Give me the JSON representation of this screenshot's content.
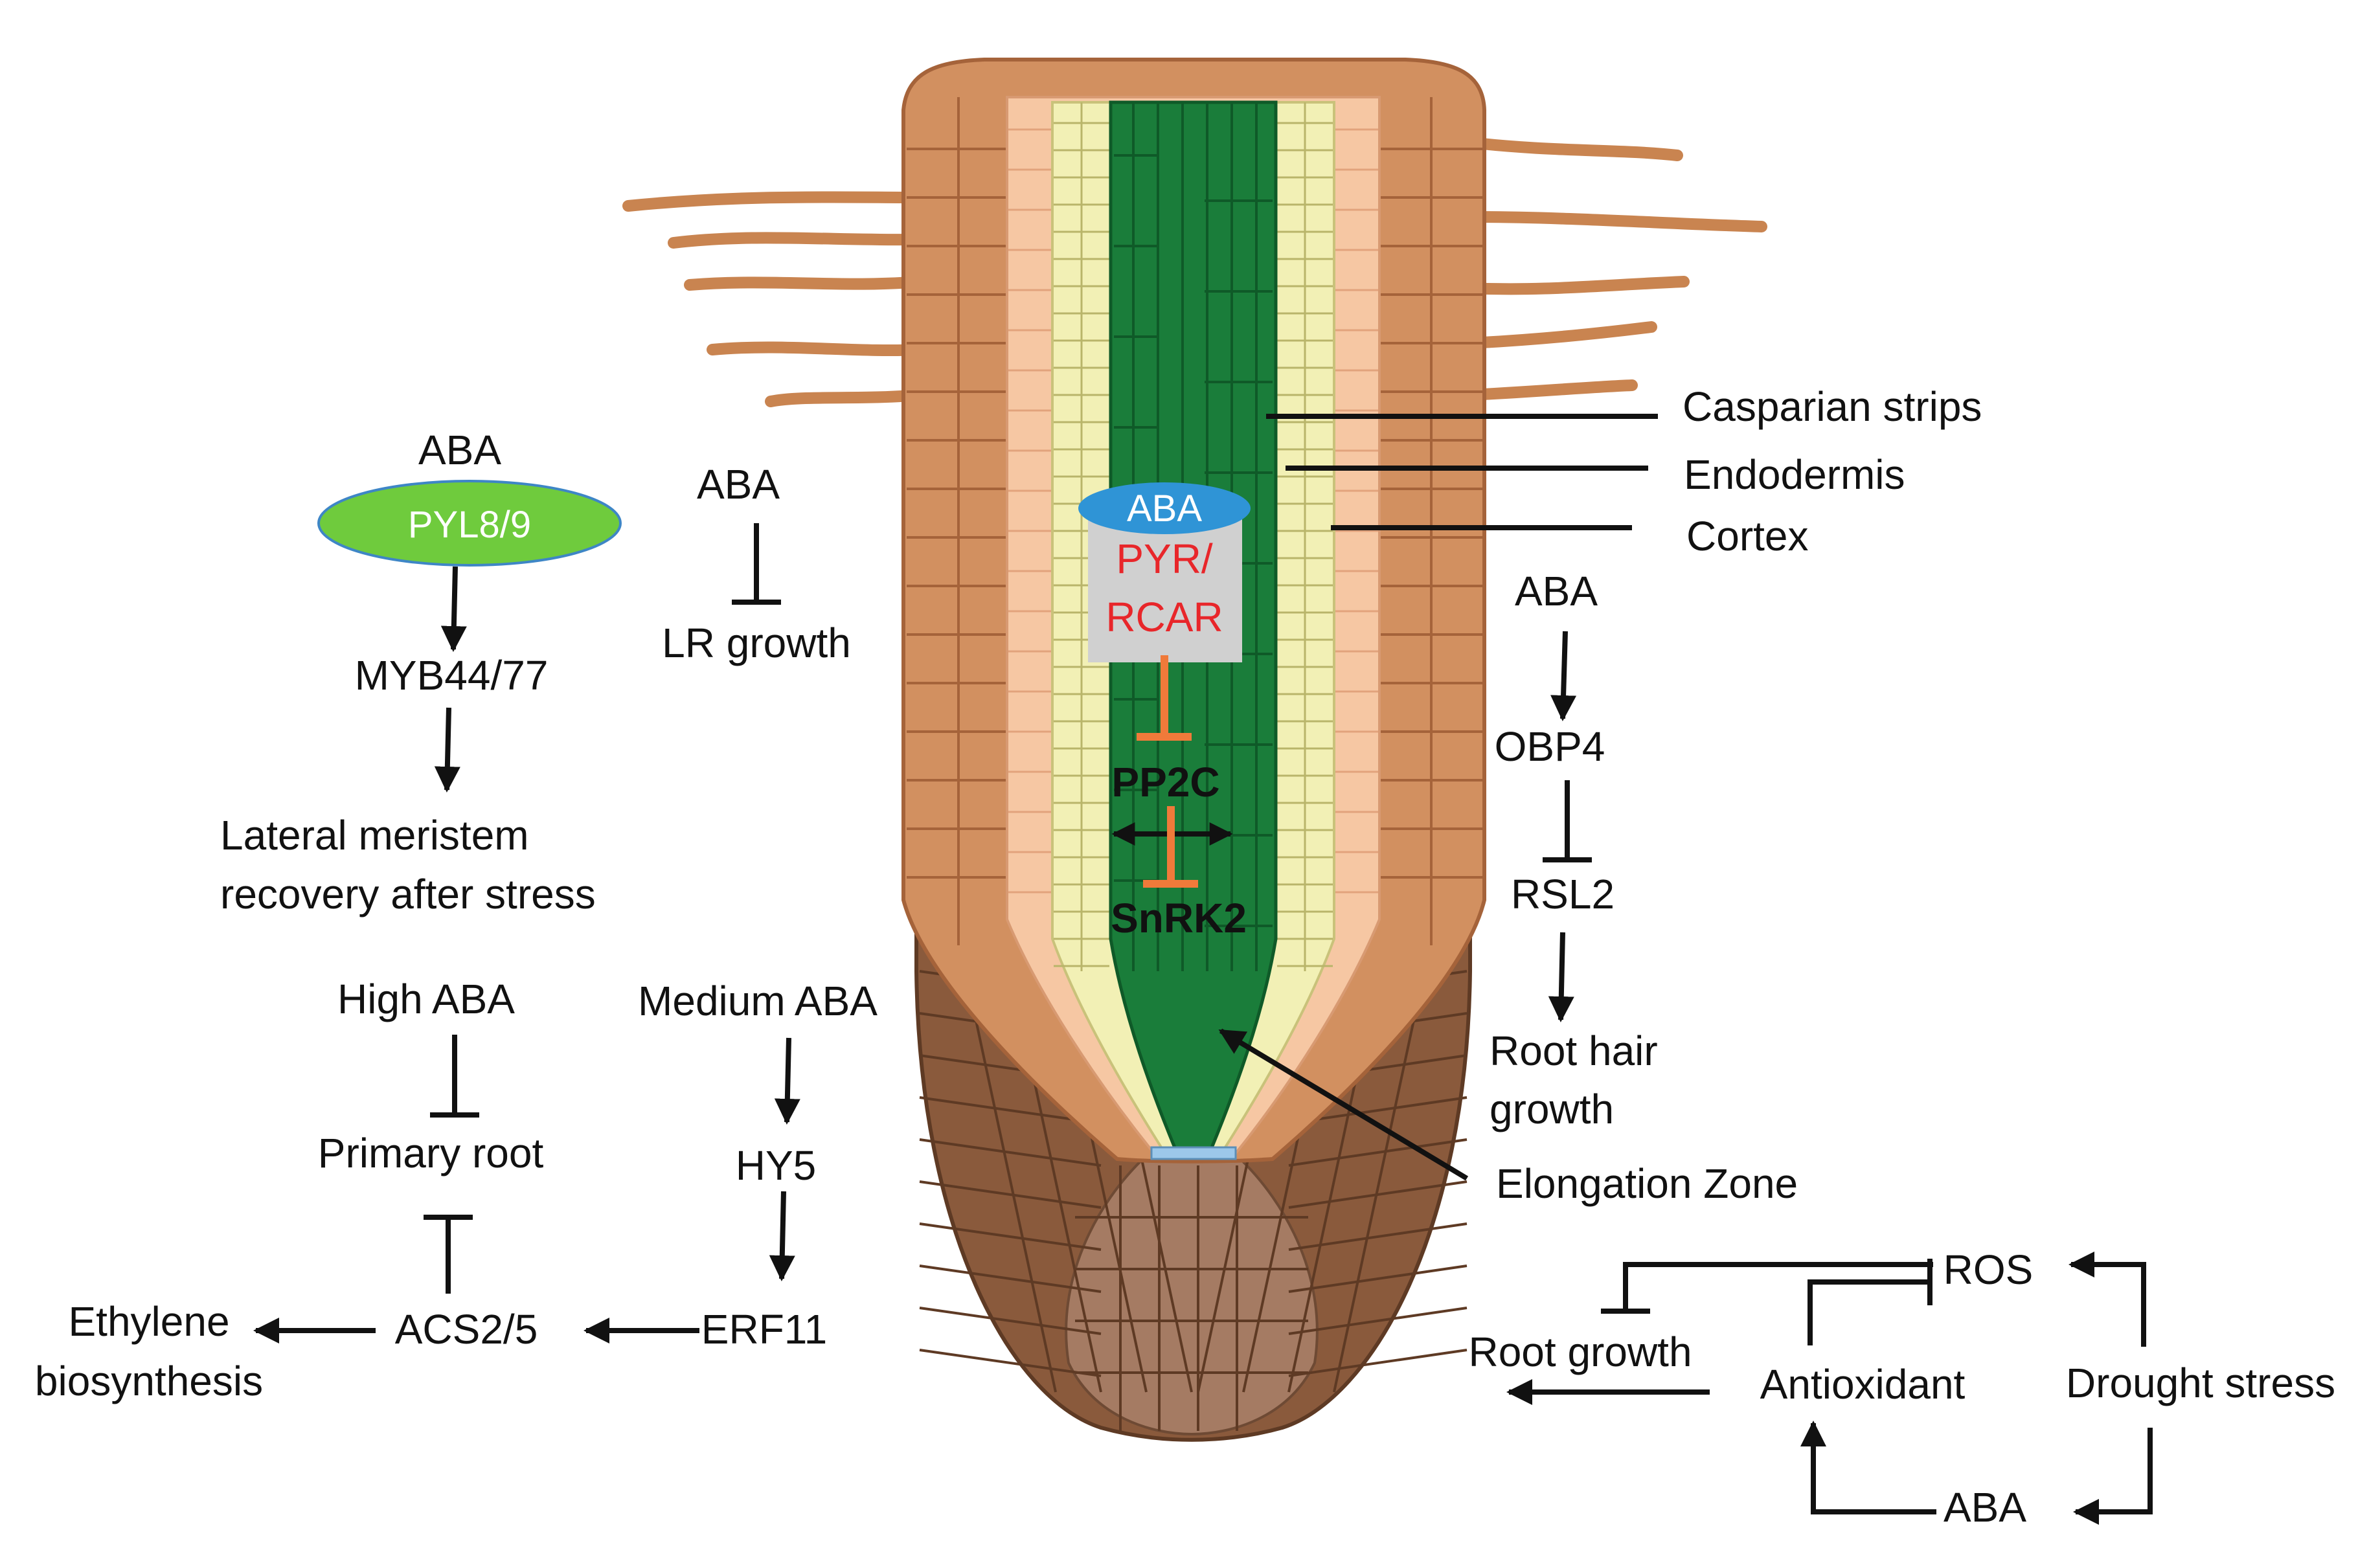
{
  "colors": {
    "background": "#ffffff",
    "epidermis": "#d29060",
    "epidermis_edge": "#a5633a",
    "cortex_light": "#f6c7a3",
    "endodermis": "#f2f0b5",
    "stele": "#1a7d3a",
    "stele_lines": "#0f5a28",
    "root_cap_dark": "#8a5a3c",
    "root_cap_light": "#a57b63",
    "quiescent": "#9cc8ea",
    "aba_blue": "#2f94d6",
    "receptor_grey": "#d0d0d0",
    "pyl_green": "#6fcb3d",
    "inhibit_orange": "#f07a3a",
    "red_text": "#e8262a",
    "line": "#111111"
  },
  "root_structure": {
    "labels": {
      "casparian": "Casparian strips",
      "endodermis": "Endodermis",
      "cortex": "Cortex",
      "elongation": "Elongation Zone"
    }
  },
  "core_signaling": {
    "aba": "ABA",
    "receptor_line1": "PYR/",
    "receptor_line2": "RCAR",
    "pp2c": "PP2C",
    "snrk2": "SnRK2"
  },
  "pathway_lateral": {
    "aba": "ABA",
    "receptor": "PYL8/9",
    "tf": "MYB44/77",
    "outcome_line1": "Lateral meristem",
    "outcome_line2": "recovery after stress"
  },
  "pathway_lr": {
    "aba": "ABA",
    "target": "LR growth"
  },
  "pathway_primary": {
    "high_aba": "High ABA",
    "primary_root": "Primary root",
    "medium_aba": "Medium ABA",
    "hy5": "HY5",
    "erf11": "ERF11",
    "acs": "ACS2/5",
    "ethylene_line1": "Ethylene",
    "ethylene_line2": "biosynthesis"
  },
  "pathway_roothair": {
    "aba": "ABA",
    "obp4": "OBP4",
    "rsl2": "RSL2",
    "outcome_line1": "Root hair",
    "outcome_line2": "growth"
  },
  "pathway_drought": {
    "ros": "ROS",
    "root_growth": "Root growth",
    "antioxidant": "Antioxidant",
    "drought": "Drought stress",
    "aba": "ABA"
  }
}
